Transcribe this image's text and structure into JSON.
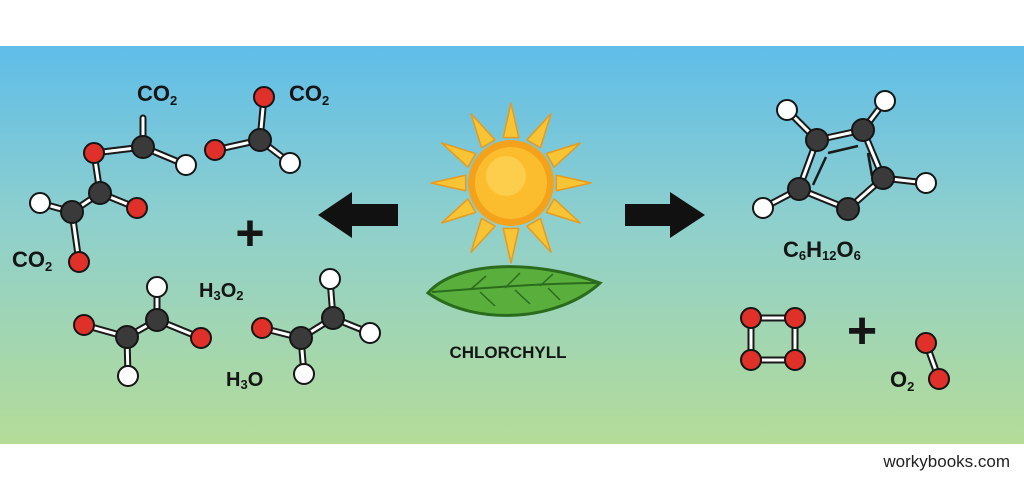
{
  "labels": {
    "co2_top_left": "CO",
    "co2_top_left_sub": "2",
    "co2_top_mid": "CO",
    "co2_top_mid_sub": "2",
    "co2_left": "CO",
    "co2_left_sub": "2",
    "plus_left": "+",
    "h3o2_pre": "H",
    "h3o2_sub3": "3",
    "h3o2_post": "O",
    "h3o2_sub2": "2",
    "h3o_pre": "H",
    "h3o_sub3": "3",
    "h3o_post": "O",
    "chlorophyll": "CHLORCHYLL",
    "glucose_c": "C",
    "glucose_c_sub": "6",
    "glucose_h": "H",
    "glucose_h_sub": "12",
    "glucose_o": "O",
    "glucose_o_sub": "6",
    "plus_right": "+",
    "o2_pre": "O",
    "o2_sub": "2"
  },
  "watermark": "workybooks.com",
  "colors": {
    "sky_top": "#5fbde9",
    "sky_bottom": "#b4dc98",
    "carbon": "#3a3a3a",
    "oxygen": "#e0302a",
    "hydrogen": "#ffffff",
    "sun_core": "#fbbd2e",
    "sun_rays": "#f7c436",
    "leaf": "#5aaf3c",
    "arrow": "#111111"
  },
  "icons": {
    "sun": "sun-icon",
    "leaf": "leaf-icon",
    "arrow_left": "arrow-left-icon",
    "arrow_right": "arrow-right-icon"
  }
}
